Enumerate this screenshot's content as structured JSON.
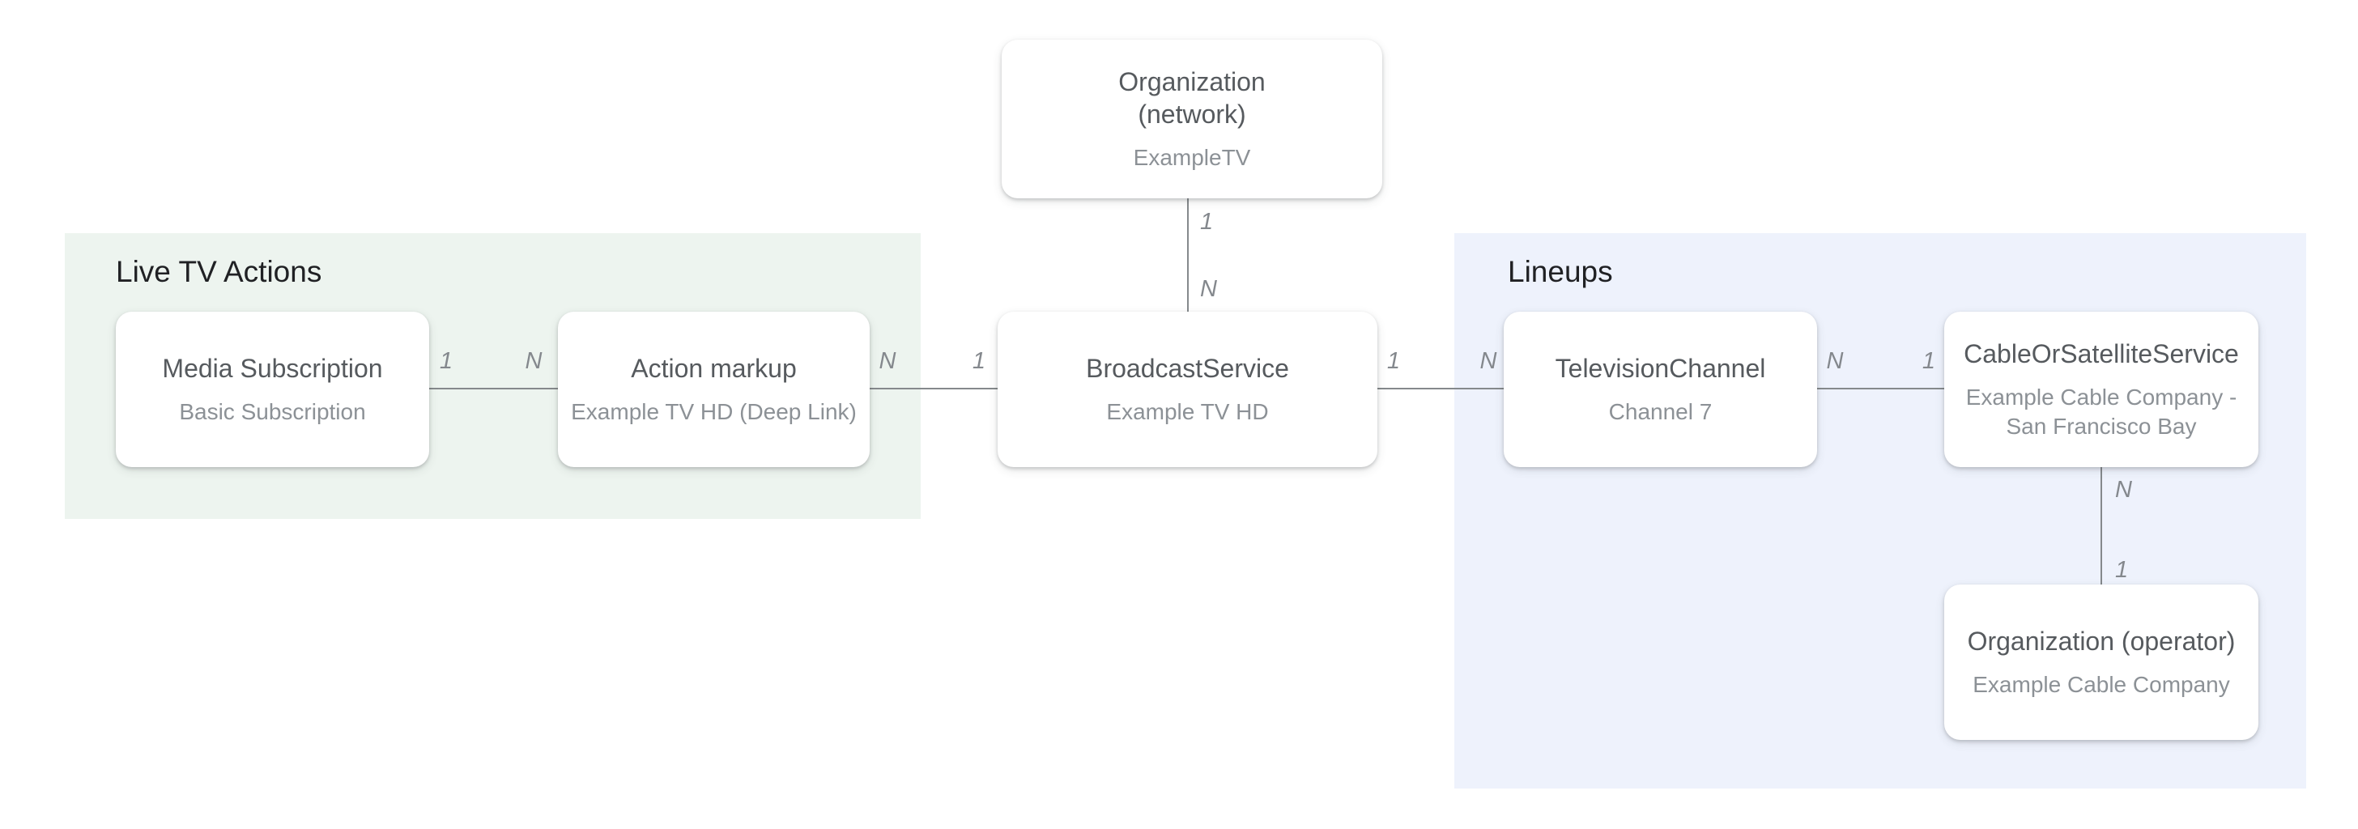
{
  "diagram": {
    "regions": [
      {
        "label": "Live TV Actions"
      },
      {
        "label": "Lineups"
      }
    ],
    "nodes": [
      {
        "title": "Organization (network)",
        "subtitle": "ExampleTV"
      },
      {
        "title": "Media Subscription",
        "subtitle": "Basic Subscription"
      },
      {
        "title": "Action markup",
        "subtitle": "Example TV HD (Deep Link)"
      },
      {
        "title": "BroadcastService",
        "subtitle": "Example TV HD"
      },
      {
        "title": "TelevisionChannel",
        "subtitle": "Channel 7"
      },
      {
        "title": "CableOrSatelliteService",
        "subtitle": "Example Cable Company - San Francisco Bay"
      },
      {
        "title": "Organization (operator)",
        "subtitle": "Example Cable Company"
      }
    ],
    "edges": [
      {
        "from": "Organization (network)",
        "to": "BroadcastService",
        "from_cardinality": "1",
        "to_cardinality": "N"
      },
      {
        "from": "Media Subscription",
        "to": "Action markup",
        "from_cardinality": "1",
        "to_cardinality": "N"
      },
      {
        "from": "Action markup",
        "to": "BroadcastService",
        "from_cardinality": "N",
        "to_cardinality": "1"
      },
      {
        "from": "BroadcastService",
        "to": "TelevisionChannel",
        "from_cardinality": "1",
        "to_cardinality": "N"
      },
      {
        "from": "TelevisionChannel",
        "to": "CableOrSatelliteService",
        "from_cardinality": "N",
        "to_cardinality": "1"
      },
      {
        "from": "CableOrSatelliteService",
        "to": "Organization (operator)",
        "from_cardinality": "N",
        "to_cardinality": "1"
      }
    ],
    "colors": {
      "live_tv_actions_bg": "#edf4ef",
      "lineups_bg": "#eef2fc",
      "connector_line": "#85898c",
      "region_title": "#202124",
      "node_title": "#565a5e",
      "node_subtitle": "#8c9196",
      "cardinality_label": "#84888d",
      "node_bg": "#ffffff",
      "page_bg": "#ffffff"
    }
  }
}
